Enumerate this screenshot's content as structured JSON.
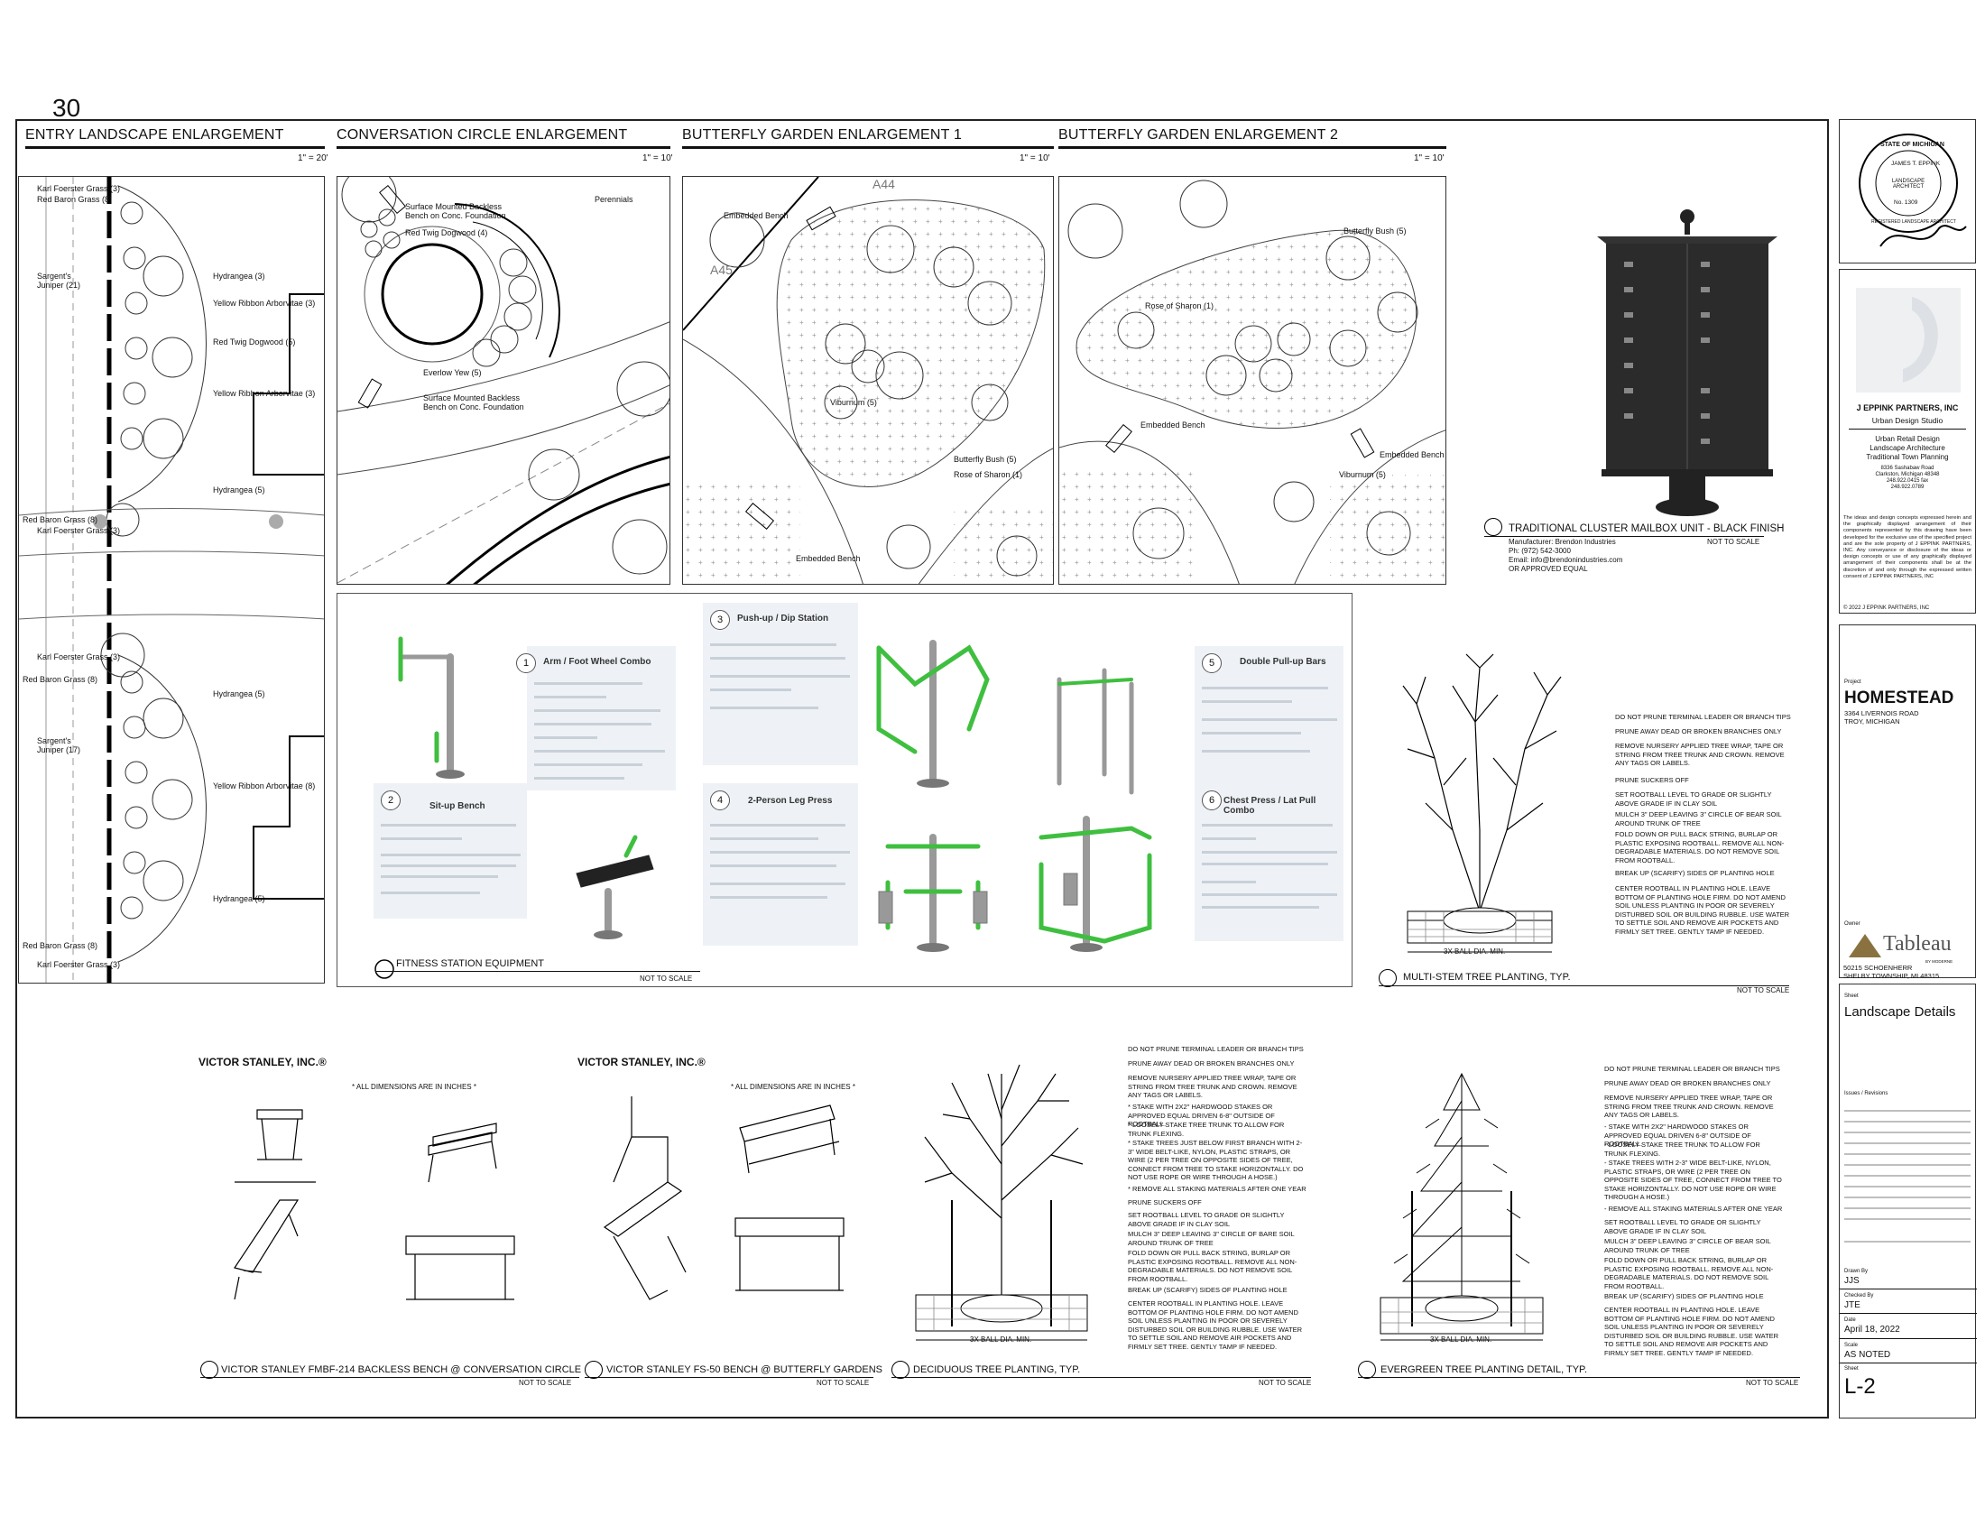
{
  "page_number": "30",
  "panels": {
    "entry": {
      "title": "ENTRY LANDSCAPE ENLARGEMENT",
      "scale": "1\" = 20'",
      "labels": [
        "Karl Foerster Grass (3)",
        "Red Baron Grass (8)",
        "Sargent's Juniper (21)",
        "Hydrangea (3)",
        "Yellow Ribbon Arborvitae (3)",
        "Red Twig Dogwood (5)",
        "Yellow Ribbon Arborvitae (3)",
        "Hydrangea (5)",
        "Red Baron Grass (8)",
        "Karl Foerster Grass (3)",
        "Karl Foerster Grass (3)",
        "Red Baron Grass (8)",
        "Hydrangea (5)",
        "Sargent's Juniper (17)",
        "Yellow Ribbon Arborvitae (8)",
        "Hydrangea (5)",
        "Red Baron Grass (8)",
        "Karl Foerster Grass (3)"
      ]
    },
    "conversation": {
      "title": "CONVERSATION CIRCLE ENLARGEMENT",
      "scale": "1\" = 10'",
      "labels": [
        "Surface Mounted Backless Bench on Conc. Foundation",
        "Red Twig Dogwood (4)",
        "Perennials",
        "Everlow Yew (5)",
        "Surface Mounted Backless Bench on Conc. Foundation"
      ]
    },
    "butterfly1": {
      "title": "BUTTERFLY GARDEN ENLARGEMENT 1",
      "scale": "1\" = 10'",
      "labels": [
        "Embedded Bench",
        "A45",
        "A44",
        "Viburnum (5)",
        "Butterfly Bush (5)",
        "Rose of Sharon (1)",
        "Embedded Bench"
      ]
    },
    "butterfly2": {
      "title": "BUTTERFLY GARDEN ENLARGEMENT 2",
      "scale": "1\" = 10'",
      "labels": [
        "Butterfly Bush (5)",
        "Rose of Sharon (1)",
        "Embedded Bench",
        "Embedded Bench",
        "Viburnum (5)"
      ]
    }
  },
  "mailbox": {
    "title": "TRADITIONAL CLUSTER MAILBOX UNIT - BLACK FINISH",
    "scale": "NOT TO SCALE",
    "lines": [
      "Manufacturer: Brendon Industries",
      "Ph: (972) 542-3000",
      "Email: info@brendonindustries.com",
      "OR APPROVED EQUAL"
    ]
  },
  "fitness": {
    "title": "FITNESS STATION EQUIPMENT",
    "scale": "NOT TO SCALE",
    "cards": [
      {
        "num": "1",
        "title": "Arm / Foot Wheel Combo"
      },
      {
        "num": "2",
        "title": "Sit-up Bench"
      },
      {
        "num": "3",
        "title": "Push-up / Dip Station"
      },
      {
        "num": "4",
        "title": "2-Person Leg Press"
      },
      {
        "num": "5",
        "title": "Double Pull-up Bars"
      },
      {
        "num": "6",
        "title": "Chest Press / Lat Pull Combo"
      }
    ]
  },
  "multistem": {
    "title": "MULTI-STEM TREE PLANTING, TYP.",
    "scale": "NOT TO SCALE",
    "dim": "3X BALL DIA. MIN.",
    "notes": [
      "DO NOT PRUNE TERMINAL LEADER OR BRANCH TIPS",
      "PRUNE AWAY DEAD OR BROKEN BRANCHES ONLY",
      "REMOVE NURSERY APPLIED TREE WRAP, TAPE OR STRING FROM TREE TRUNK AND CROWN. REMOVE ANY TAGS OR LABELS.",
      "PRUNE SUCKERS OFF",
      "SET ROOTBALL LEVEL TO GRADE OR SLIGHTLY ABOVE GRADE IF IN CLAY SOIL",
      "MULCH 3\" DEEP LEAVING 3\" CIRCLE OF BEAR SOIL AROUND TRUNK OF TREE",
      "FOLD DOWN OR PULL BACK STRING, BURLAP OR PLASTIC EXPOSING ROOTBALL. REMOVE ALL NON-DEGRADABLE MATERIALS. DO NOT REMOVE SOIL FROM ROOTBALL.",
      "BREAK UP (SCARIFY) SIDES OF PLANTING HOLE",
      "CENTER ROOTBALL IN PLANTING HOLE. LEAVE BOTTOM OF PLANTING HOLE FIRM. DO NOT AMEND SOIL UNLESS PLANTING IN POOR OR SEVERELY DISTURBED SOIL OR BUILDING RUBBLE. USE WATER TO SETTLE SOIL AND REMOVE AIR POCKETS AND FIRMLY SET TREE. GENTLY TAMP IF NEEDED."
    ]
  },
  "bench1": {
    "title": "VICTOR STANLEY FMBF-214 BACKLESS BENCH @ CONVERSATION CIRCLE",
    "scale": "NOT TO SCALE",
    "brand": "VICTOR STANLEY, INC.®",
    "note": "* ALL DIMENSIONS ARE IN INCHES *"
  },
  "bench2": {
    "title": "VICTOR STANLEY FS-50 BENCH @ BUTTERFLY GARDENS",
    "scale": "NOT TO SCALE",
    "brand": "VICTOR STANLEY, INC.®",
    "note": "* ALL DIMENSIONS ARE IN INCHES *"
  },
  "deciduous": {
    "title": "DECIDUOUS TREE PLANTING, TYP.",
    "scale": "NOT TO SCALE",
    "dim": "3X BALL DIA. MIN.",
    "notes": [
      "DO NOT PRUNE TERMINAL LEADER OR BRANCH TIPS",
      "PRUNE AWAY DEAD OR BROKEN BRANCHES ONLY",
      "REMOVE NURSERY APPLIED TREE WRAP, TAPE OR STRING FROM TREE TRUNK AND CROWN. REMOVE ANY TAGS OR LABELS.",
      "* STAKE WITH 2X2\" HARDWOOD STAKES OR APPROVED EQUAL DRIVEN 6-8\" OUTSIDE OF ROOTBALL.",
      "* LOOSELY STAKE TREE TRUNK TO ALLOW FOR TRUNK FLEXING.",
      "* STAKE TREES JUST BELOW FIRST BRANCH WITH 2-3\" WIDE BELT-LIKE, NYLON, PLASTIC STRAPS, OR WIRE (2 PER TREE ON OPPOSITE SIDES OF TREE, CONNECT FROM TREE TO STAKE HORIZONTALLY. DO NOT USE ROPE OR WIRE THROUGH A HOSE.)",
      "* REMOVE ALL STAKING MATERIALS AFTER ONE YEAR",
      "PRUNE SUCKERS OFF",
      "SET ROOTBALL LEVEL TO GRADE OR SLIGHTLY ABOVE GRADE IF IN CLAY SOIL",
      "MULCH 3\" DEEP LEAVING 3\" CIRCLE OF BARE SOIL AROUND TRUNK OF TREE",
      "FOLD DOWN OR PULL BACK STRING, BURLAP OR PLASTIC EXPOSING ROOTBALL. REMOVE ALL NON-DEGRADABLE MATERIALS. DO NOT REMOVE SOIL FROM ROOTBALL.",
      "BREAK UP (SCARIFY) SIDES OF PLANTING HOLE",
      "CENTER ROOTBALL IN PLANTING HOLE. LEAVE BOTTOM OF PLANTING HOLE FIRM. DO NOT AMEND SOIL UNLESS PLANTING IN POOR OR SEVERELY DISTURBED SOIL OR BUILDING RUBBLE. USE WATER TO SETTLE SOIL AND REMOVE AIR POCKETS AND FIRMLY SET TREE. GENTLY TAMP IF NEEDED."
    ]
  },
  "evergreen": {
    "title": "EVERGREEN TREE PLANTING DETAIL, TYP.",
    "scale": "NOT TO SCALE",
    "dim": "3X BALL DIA. MIN.",
    "notes": [
      "DO NOT PRUNE TERMINAL LEADER OR BRANCH TIPS",
      "PRUNE AWAY DEAD OR BROKEN BRANCHES ONLY",
      "REMOVE NURSERY APPLIED TREE WRAP, TAPE OR STRING FROM TREE TRUNK AND CROWN. REMOVE ANY TAGS OR LABELS.",
      "- STAKE WITH 2X2\" HARDWOOD STAKES OR APPROVED EQUAL DRIVEN 6-8\" OUTSIDE OF ROOTBALL.",
      "- LOOSELY STAKE TREE TRUNK TO ALLOW FOR TRUNK FLEXING.",
      "- STAKE TREES WITH 2-3\" WIDE BELT-LIKE, NYLON, PLASTIC STRAPS, OR WIRE (2 PER TREE ON OPPOSITE SIDES OF TREE, CONNECT FROM TREE TO STAKE HORIZONTALLY. DO NOT USE ROPE OR WIRE THROUGH A HOSE.)",
      "- REMOVE ALL STAKING MATERIALS AFTER ONE YEAR",
      "SET ROOTBALL LEVEL TO GRADE OR SLIGHTLY ABOVE GRADE IF IN CLAY SOIL",
      "MULCH 3\" DEEP LEAVING 3\" CIRCLE OF BEAR SOIL AROUND TRUNK OF TREE",
      "FOLD DOWN OR PULL BACK STRING, BURLAP OR PLASTIC EXPOSING ROOTBALL. REMOVE ALL NON-DEGRADABLE MATERIALS. DO NOT REMOVE SOIL FROM ROOTBALL.",
      "BREAK UP (SCARIFY) SIDES OF PLANTING HOLE",
      "CENTER ROOTBALL IN PLANTING HOLE. LEAVE BOTTOM OF PLANTING HOLE FIRM. DO NOT AMEND SOIL UNLESS PLANTING IN POOR OR SEVERELY DISTURBED SOIL OR BUILDING RUBBLE. USE WATER TO SETTLE SOIL AND REMOVE AIR POCKETS AND FIRMLY SET TREE. GENTLY TAMP IF NEEDED."
    ]
  },
  "titleblock": {
    "seal": {
      "ring": "STATE OF MICHIGAN",
      "name": "JAMES T. EPPINK",
      "role": "LANDSCAPE ARCHITECT",
      "no": "No. 1309",
      "bottom": "REGISTERED LANDSCAPE ARCHITECT"
    },
    "firm": "J EPPINK PARTNERS, INC",
    "studio": "Urban Design Studio",
    "services": [
      "Urban Retail Design",
      "Landscape Architecture",
      "Traditional Town Planning"
    ],
    "address": [
      "8336 Sashabaw Road",
      "Clarkston, Michigan 48348",
      "248.922.0415 fax",
      "248.922.0789"
    ],
    "disclaimer": "The ideas and design concepts expressed herein and the graphically displayed arrangement of their components represented by this drawing have been developed for the exclusive use of the specified project and are the sole property of J EPPINK PARTNERS, INC. Any conveyance or disclosure of the ideas or design concepts or use of any graphically displayed arrangement of their components shall be at the discretion of and only through the expressed written consent of J EPPINK PARTNERS, INC",
    "copyright": "© 2022 J EPPINK PARTNERS, INC",
    "project_label": "Project",
    "project": "HOMESTEAD",
    "project_addr": [
      "3364 LIVERNOIS ROAD",
      "TROY, MICHIGAN"
    ],
    "owner_label": "Owner",
    "owner_logo": "Tableau",
    "owner_logo_sub": "BY MODERNE",
    "owner_addr": [
      "50215 SCHOENHERR",
      "SHELBY TOWNSHIP, MI 48315"
    ],
    "sheet_label": "Sheet",
    "sheet_title": "Landscape Details",
    "issues_label": "Issues / Revisions",
    "drawn_label": "Drawn By",
    "drawn": "JJS",
    "checked_label": "Checked By",
    "checked": "JTE",
    "date_label": "Date",
    "date": "April 18, 2022",
    "scale_label": "Scale",
    "scale": "AS NOTED",
    "sheetno_label": "Sheet",
    "sheetno": "L-2"
  },
  "colors": {
    "equipment_green": "#3fbf3f",
    "card_bg": "#eef2f6",
    "line": "#222222"
  }
}
